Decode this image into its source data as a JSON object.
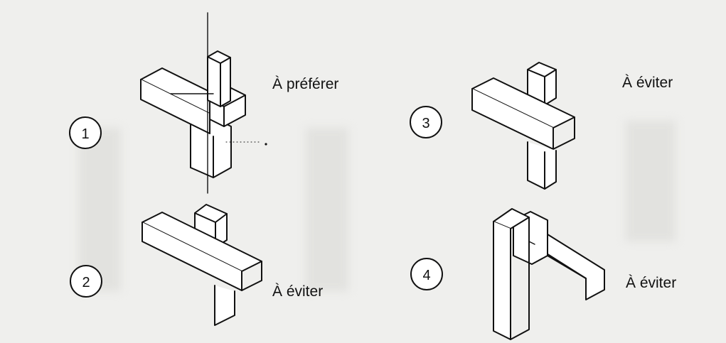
{
  "labels": {
    "fig1": "À préférer",
    "fig2": "À éviter",
    "fig3": "À éviter",
    "fig4": "À éviter"
  },
  "numbers": {
    "fig1": "1",
    "fig2": "2",
    "fig3": "3",
    "fig4": "4"
  },
  "colors": {
    "ink": "#111111",
    "paper": "#efefed",
    "faded_text": "#c9c9c6"
  }
}
